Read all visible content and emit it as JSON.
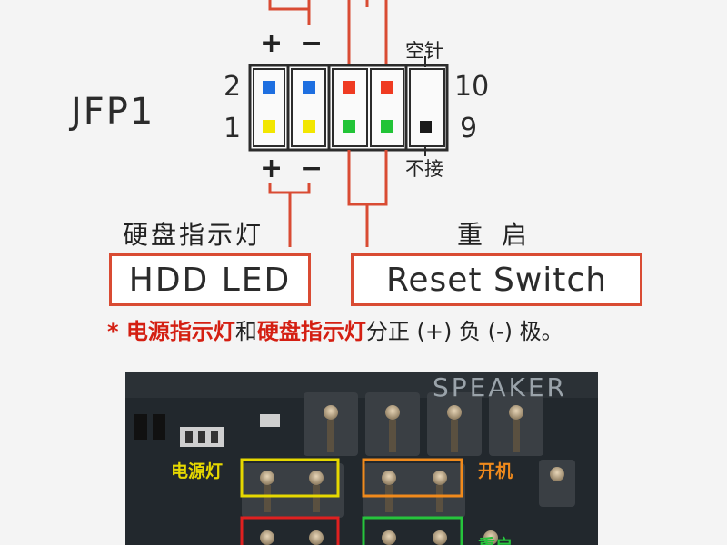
{
  "diagram": {
    "header_name": "JFP1",
    "pin_top_left": "2",
    "pin_bottom_left": "1",
    "pin_top_right": "10",
    "pin_bottom_right": "9",
    "top_plus": "+",
    "top_minus": "−",
    "bottom_plus": "+",
    "bottom_minus": "−",
    "empty_pin_label": "空针",
    "no_connect_label": "不接",
    "hdd_caption": "硬盘指示灯",
    "reset_caption": "重 启",
    "hdd_box_label": "HDD LED",
    "reset_box_label": "Reset Switch",
    "note_prefix": "* ",
    "note_red_1": "电源指示灯",
    "note_and": "和",
    "note_red_2": "硬盘指示灯",
    "note_suffix": "分正 (+) 负 (-) 极。"
  },
  "photo": {
    "silk_text": "SPEAKER",
    "power_led_label": "电源灯",
    "power_switch_label": "开机",
    "reset_partial_label": "重启"
  },
  "colors": {
    "accent_red": "#d94b33",
    "pin_blue": "#1e6fe0",
    "pin_yellow": "#f2e600",
    "pin_red": "#ef3b22",
    "pin_green": "#22c437",
    "pin_black": "#1a1a1a"
  }
}
